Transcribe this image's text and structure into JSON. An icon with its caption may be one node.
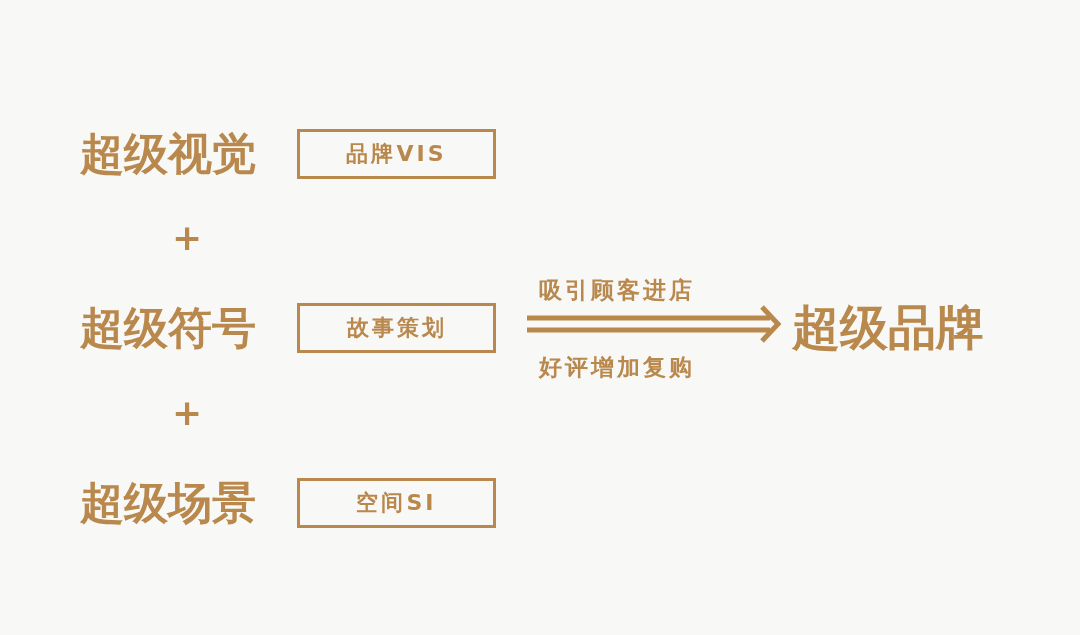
{
  "diagram": {
    "nodes": [
      {
        "text": [
          "超级视觉",
          "品牌VIS"
        ]
      },
      {
        "text": [
          "超级符号",
          "故事策划"
        ]
      },
      {
        "text": [
          "超级场景",
          "空间SI"
        ]
      },
      {
        "text": [
          "超级品牌"
        ]
      }
    ],
    "edges": [
      {
        "from": null,
        "to": 3,
        "arrow": "to",
        "label": "吸引顾客进店"
      }
    ],
    "labels": [
      "+",
      "好评增加复购",
      "+"
    ]
  }
}
